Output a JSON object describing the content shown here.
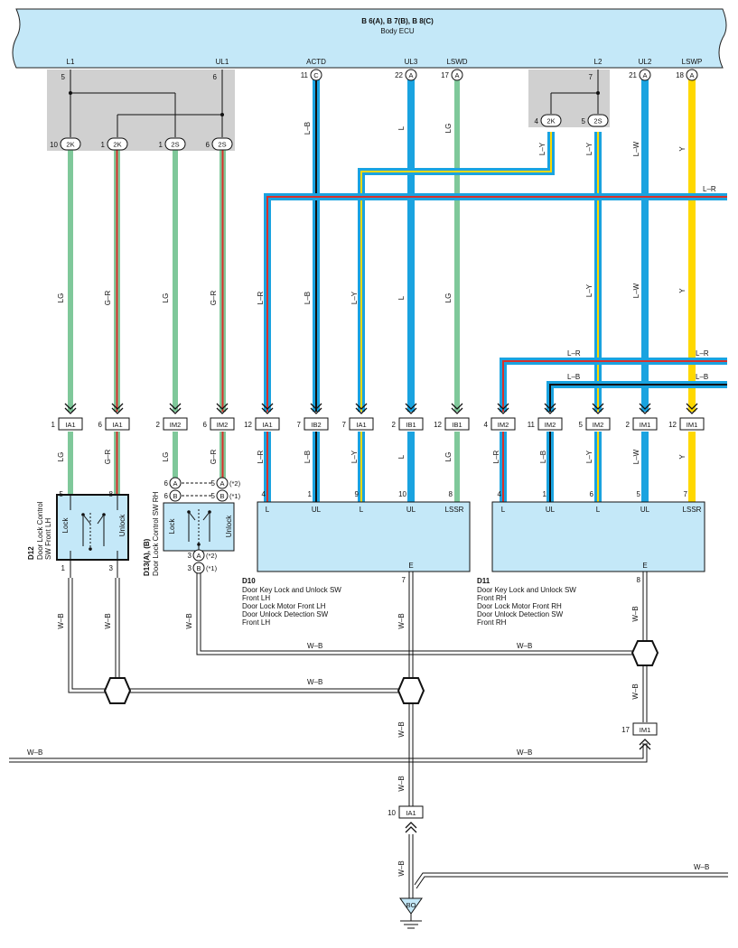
{
  "ecu": {
    "connectors": "B 6(A), B 7(B), B 8(C)",
    "name": "Body ECU",
    "terminals": [
      {
        "name": "L1",
        "pin": "5"
      },
      {
        "name": "UL1",
        "pin": "6"
      },
      {
        "name": "ACTD",
        "pin": "11",
        "conn": "C"
      },
      {
        "name": "UL3",
        "pin": "22",
        "conn": "A"
      },
      {
        "name": "LSWD",
        "pin": "17",
        "conn": "A"
      },
      {
        "name": "L2",
        "pin": "7"
      },
      {
        "name": "UL2",
        "pin": "21",
        "conn": "A"
      },
      {
        "name": "LSWP",
        "pin": "18",
        "conn": "A"
      }
    ]
  },
  "splices": [
    {
      "pin": "10",
      "id": "2K"
    },
    {
      "pin": "1",
      "id": "2K"
    },
    {
      "pin": "1",
      "id": "2S"
    },
    {
      "pin": "6",
      "id": "2S"
    },
    {
      "pin": "4",
      "id": "2K"
    },
    {
      "pin": "5",
      "id": "2S"
    }
  ],
  "wire_labels": {
    "lg": "LG",
    "gr": "G–R",
    "lb": "L–B",
    "l": "L",
    "ly": "L–Y",
    "lr": "L–R",
    "lw": "L–W",
    "y": "Y",
    "wb": "W–B"
  },
  "junctions": [
    {
      "pin": "1",
      "id": "IA1"
    },
    {
      "pin": "6",
      "id": "IA1"
    },
    {
      "pin": "2",
      "id": "IM2"
    },
    {
      "pin": "6",
      "id": "IM2"
    },
    {
      "pin": "12",
      "id": "IA1"
    },
    {
      "pin": "7",
      "id": "IB2"
    },
    {
      "pin": "7",
      "id": "IA1"
    },
    {
      "pin": "2",
      "id": "IB1"
    },
    {
      "pin": "12",
      "id": "IB1"
    },
    {
      "pin": "4",
      "id": "IM2"
    },
    {
      "pin": "11",
      "id": "IM2"
    },
    {
      "pin": "5",
      "id": "IM2"
    },
    {
      "pin": "2",
      "id": "IM1"
    },
    {
      "pin": "12",
      "id": "IM1"
    }
  ],
  "d12": {
    "code": "D12",
    "name1": "Door Lock Control",
    "name2": "SW Front LH",
    "lock": "Lock",
    "unlock": "Unlock",
    "pins": [
      "5",
      "8",
      "1",
      "3"
    ]
  },
  "d13": {
    "code": "D13(A), (B)",
    "name": "Door Lock Control SW RH",
    "lock": "Lock",
    "unlock": "Unlock",
    "pin_a_top": "6",
    "conn_a": "A",
    "conn_b": "B",
    "pin_b_top": "6",
    "alt_a": "5",
    "alt_b": "5",
    "note2": "(*2)",
    "note1": "(*1)",
    "pin_a_bot": "3",
    "pin_b_bot": "3"
  },
  "d10": {
    "code": "D10",
    "lines": [
      "Door Key Lock and Unlock SW",
      "Front LH",
      "Door Lock Motor Front LH",
      "Door Unlock Detection SW",
      "Front LH"
    ],
    "terms": [
      {
        "pin": "4",
        "label": "L"
      },
      {
        "pin": "1",
        "label": "UL"
      },
      {
        "pin": "9",
        "label": "L"
      },
      {
        "pin": "10",
        "label": "UL"
      },
      {
        "pin": "8",
        "label": "LSSR"
      }
    ],
    "e_label": "E",
    "e_pin": "7"
  },
  "d11": {
    "code": "D11",
    "lines": [
      "Door Key Lock and Unlock SW",
      "Front RH",
      "Door Lock Motor Front RH",
      "Door Unlock Detection SW",
      "Front RH"
    ],
    "terms": [
      {
        "pin": "4",
        "label": "L"
      },
      {
        "pin": "1",
        "label": "UL"
      },
      {
        "pin": "6",
        "label": "L"
      },
      {
        "pin": "5",
        "label": "UL"
      },
      {
        "pin": "7",
        "label": "LSSR"
      }
    ],
    "e_label": "E",
    "e_pin": "8"
  },
  "im1_lower": {
    "pin": "17",
    "id": "IM1"
  },
  "ia1_lower": {
    "pin": "10",
    "id": "IA1"
  },
  "ground": {
    "id": "BO"
  },
  "colors": {
    "ecu_fill": "#c4e8f8",
    "lg": "#7fc89a",
    "blue": "#1aa3e0",
    "yellow": "#ffd800",
    "red": "#d9302b",
    "gray": "#d0d0d0"
  }
}
